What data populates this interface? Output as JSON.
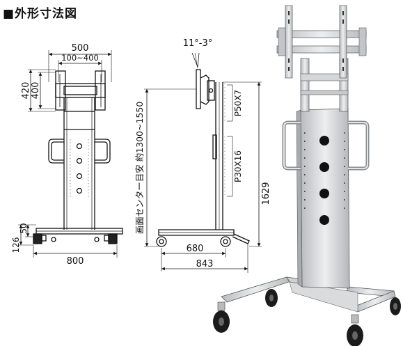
{
  "title": "■外形寸法図",
  "front_view": {
    "width_top": "500",
    "vesa_range": "100~400",
    "height_outer": "420",
    "height_inner": "400",
    "base_width": "800",
    "base_height_total": "126",
    "base_height_inner": "50"
  },
  "side_view": {
    "tilt": "11°-3°",
    "center_height_label": "画面センター目安 約1300~1550",
    "total_height": "1629",
    "pitch_upper": "P50X7",
    "pitch_lower": "P30X16",
    "base_depth": "680",
    "total_depth": "843"
  }
}
